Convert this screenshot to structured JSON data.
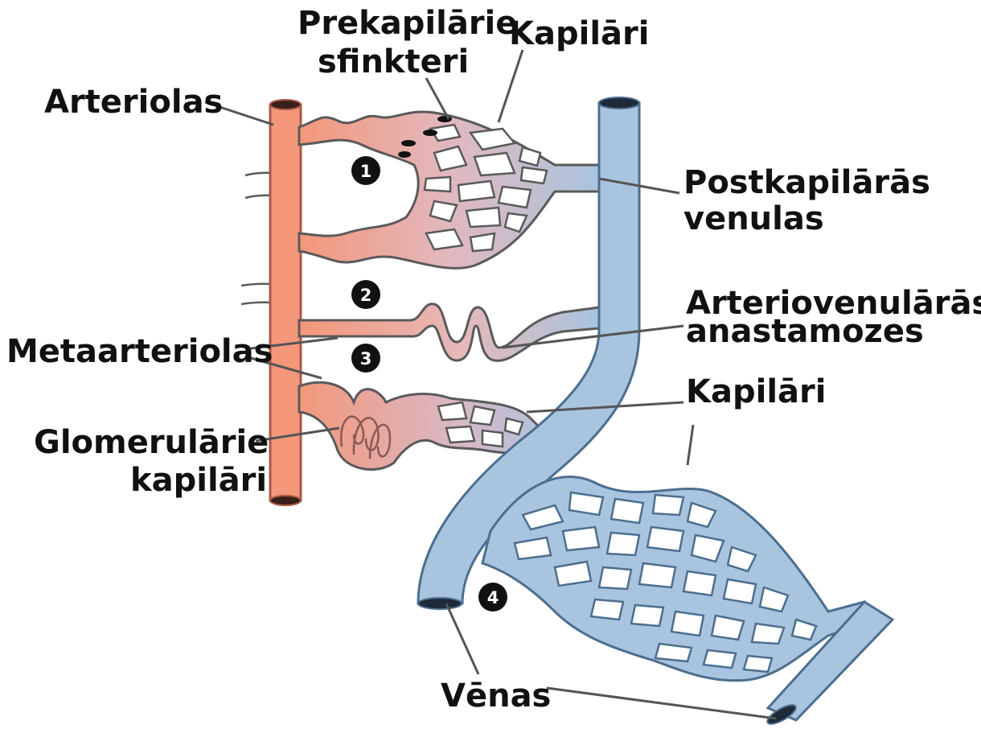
{
  "labels": {
    "prekapilarie_1": "Prekapilārie",
    "prekapilarie_2": "sfinkteri",
    "kapilari_top": "Kapilāri",
    "arteriolas": "Arteriolas",
    "postkapilaras_1": "Postkapilārās",
    "postkapilaras_2": "venulas",
    "arteriovenularas_1": "Arteriovenulārās",
    "arteriovenularas_2": "anastamozes",
    "metaarteriolas": "Metaarteriolas",
    "kapilari_mid": "Kapilāri",
    "glomerularie_1": "Glomerulārie",
    "glomerularie_2": "kapilāri",
    "venas": "Vēnas"
  },
  "numbers": [
    "1",
    "2",
    "3",
    "4"
  ],
  "colors": {
    "artery": "#f4977a",
    "artery_dark": "#a85a45",
    "vein": "#a9c4df",
    "vein_dark": "#4d6e8f",
    "capillary_mix": "#d9b9c0",
    "outline": "#5a5a5a"
  }
}
